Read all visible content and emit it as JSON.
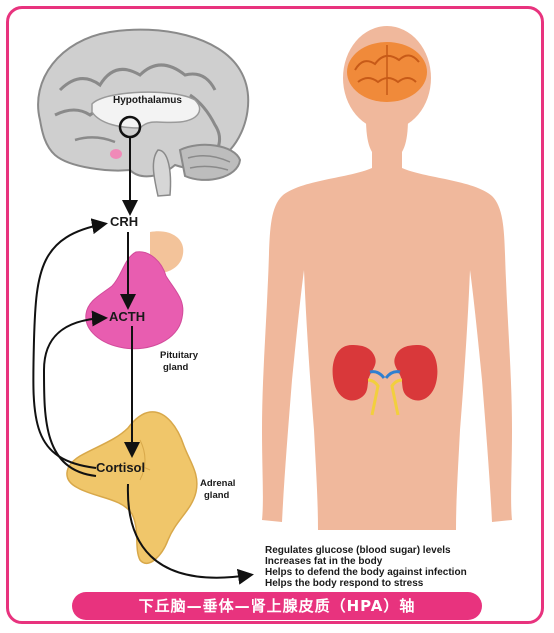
{
  "labels": {
    "hypothalamus": "Hypothalamus",
    "crh": "CRH",
    "acth": "ACTH",
    "pituitary_line1": "Pituitary",
    "pituitary_line2": "gland",
    "cortisol": "Cortisol",
    "adrenal_line1": "Adrenal",
    "adrenal_line2": "gland"
  },
  "effects": [
    "Regulates glucose (blood sugar) levels",
    "Increases fat in the body",
    "Helps to defend the body against infection",
    "Helps the body respond to stress"
  ],
  "banner": "下丘脑—垂体—肾上腺皮质（HPA）轴",
  "colors": {
    "accent": "#e8337e",
    "body": "#f0b89c",
    "brain": "#c8c8c8",
    "pituitary": "#e85db0",
    "adrenal": "#f0c66a",
    "kidney": "#d9383a"
  }
}
